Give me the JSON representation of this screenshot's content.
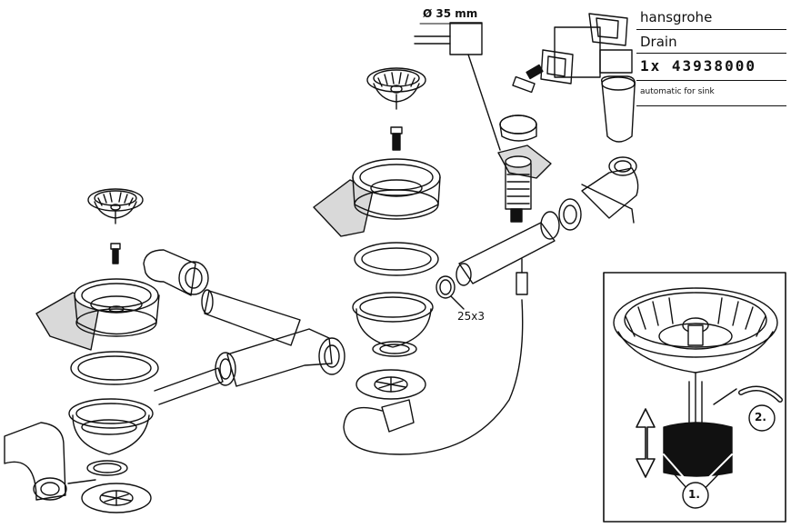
{
  "header": {
    "brand": "hansgrohe",
    "product_type": "Drain",
    "article_number": "1x 43938000",
    "description": "automatic for sink"
  },
  "annotations": {
    "hole_diameter": "Ø 35 mm",
    "seal_size": "25x3"
  },
  "detail": {
    "step_1": "1.",
    "step_2": "2."
  }
}
